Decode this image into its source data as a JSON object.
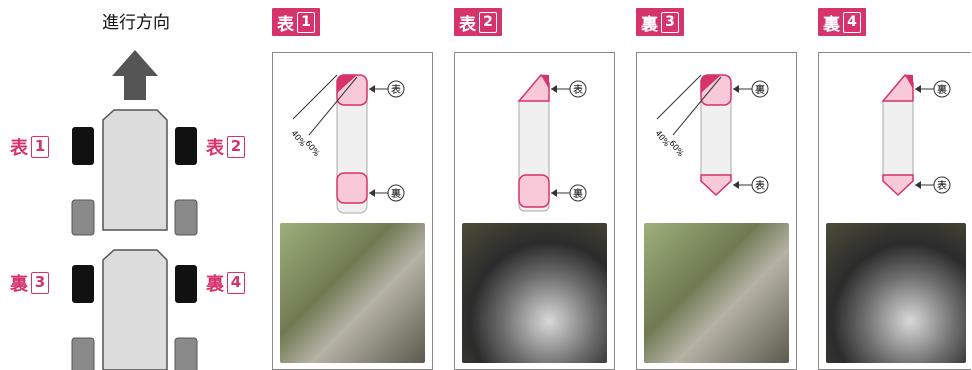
{
  "direction_label": "進行方向",
  "vehicle_labels": [
    {
      "text": "表",
      "num": "1"
    },
    {
      "text": "表",
      "num": "2"
    },
    {
      "text": "裏",
      "num": "3"
    },
    {
      "text": "裏",
      "num": "4"
    }
  ],
  "panels": [
    {
      "title": "表",
      "num": "1",
      "top_tag": "表",
      "bottom_tag": "裏",
      "pct_a": "40%",
      "pct_b": "60%"
    },
    {
      "title": "表",
      "num": "2",
      "top_tag": "表",
      "bottom_tag": "裏"
    },
    {
      "title": "裏",
      "num": "3",
      "top_tag": "裏",
      "bottom_tag": "表",
      "pct_a": "40%",
      "pct_b": "60%"
    },
    {
      "title": "裏",
      "num": "4",
      "top_tag": "裏",
      "bottom_tag": "表"
    }
  ],
  "colors": {
    "accent": "#d6336c",
    "tire": "#111111",
    "rear_tire": "#8a8a8a",
    "body": "#dcdcdc"
  }
}
